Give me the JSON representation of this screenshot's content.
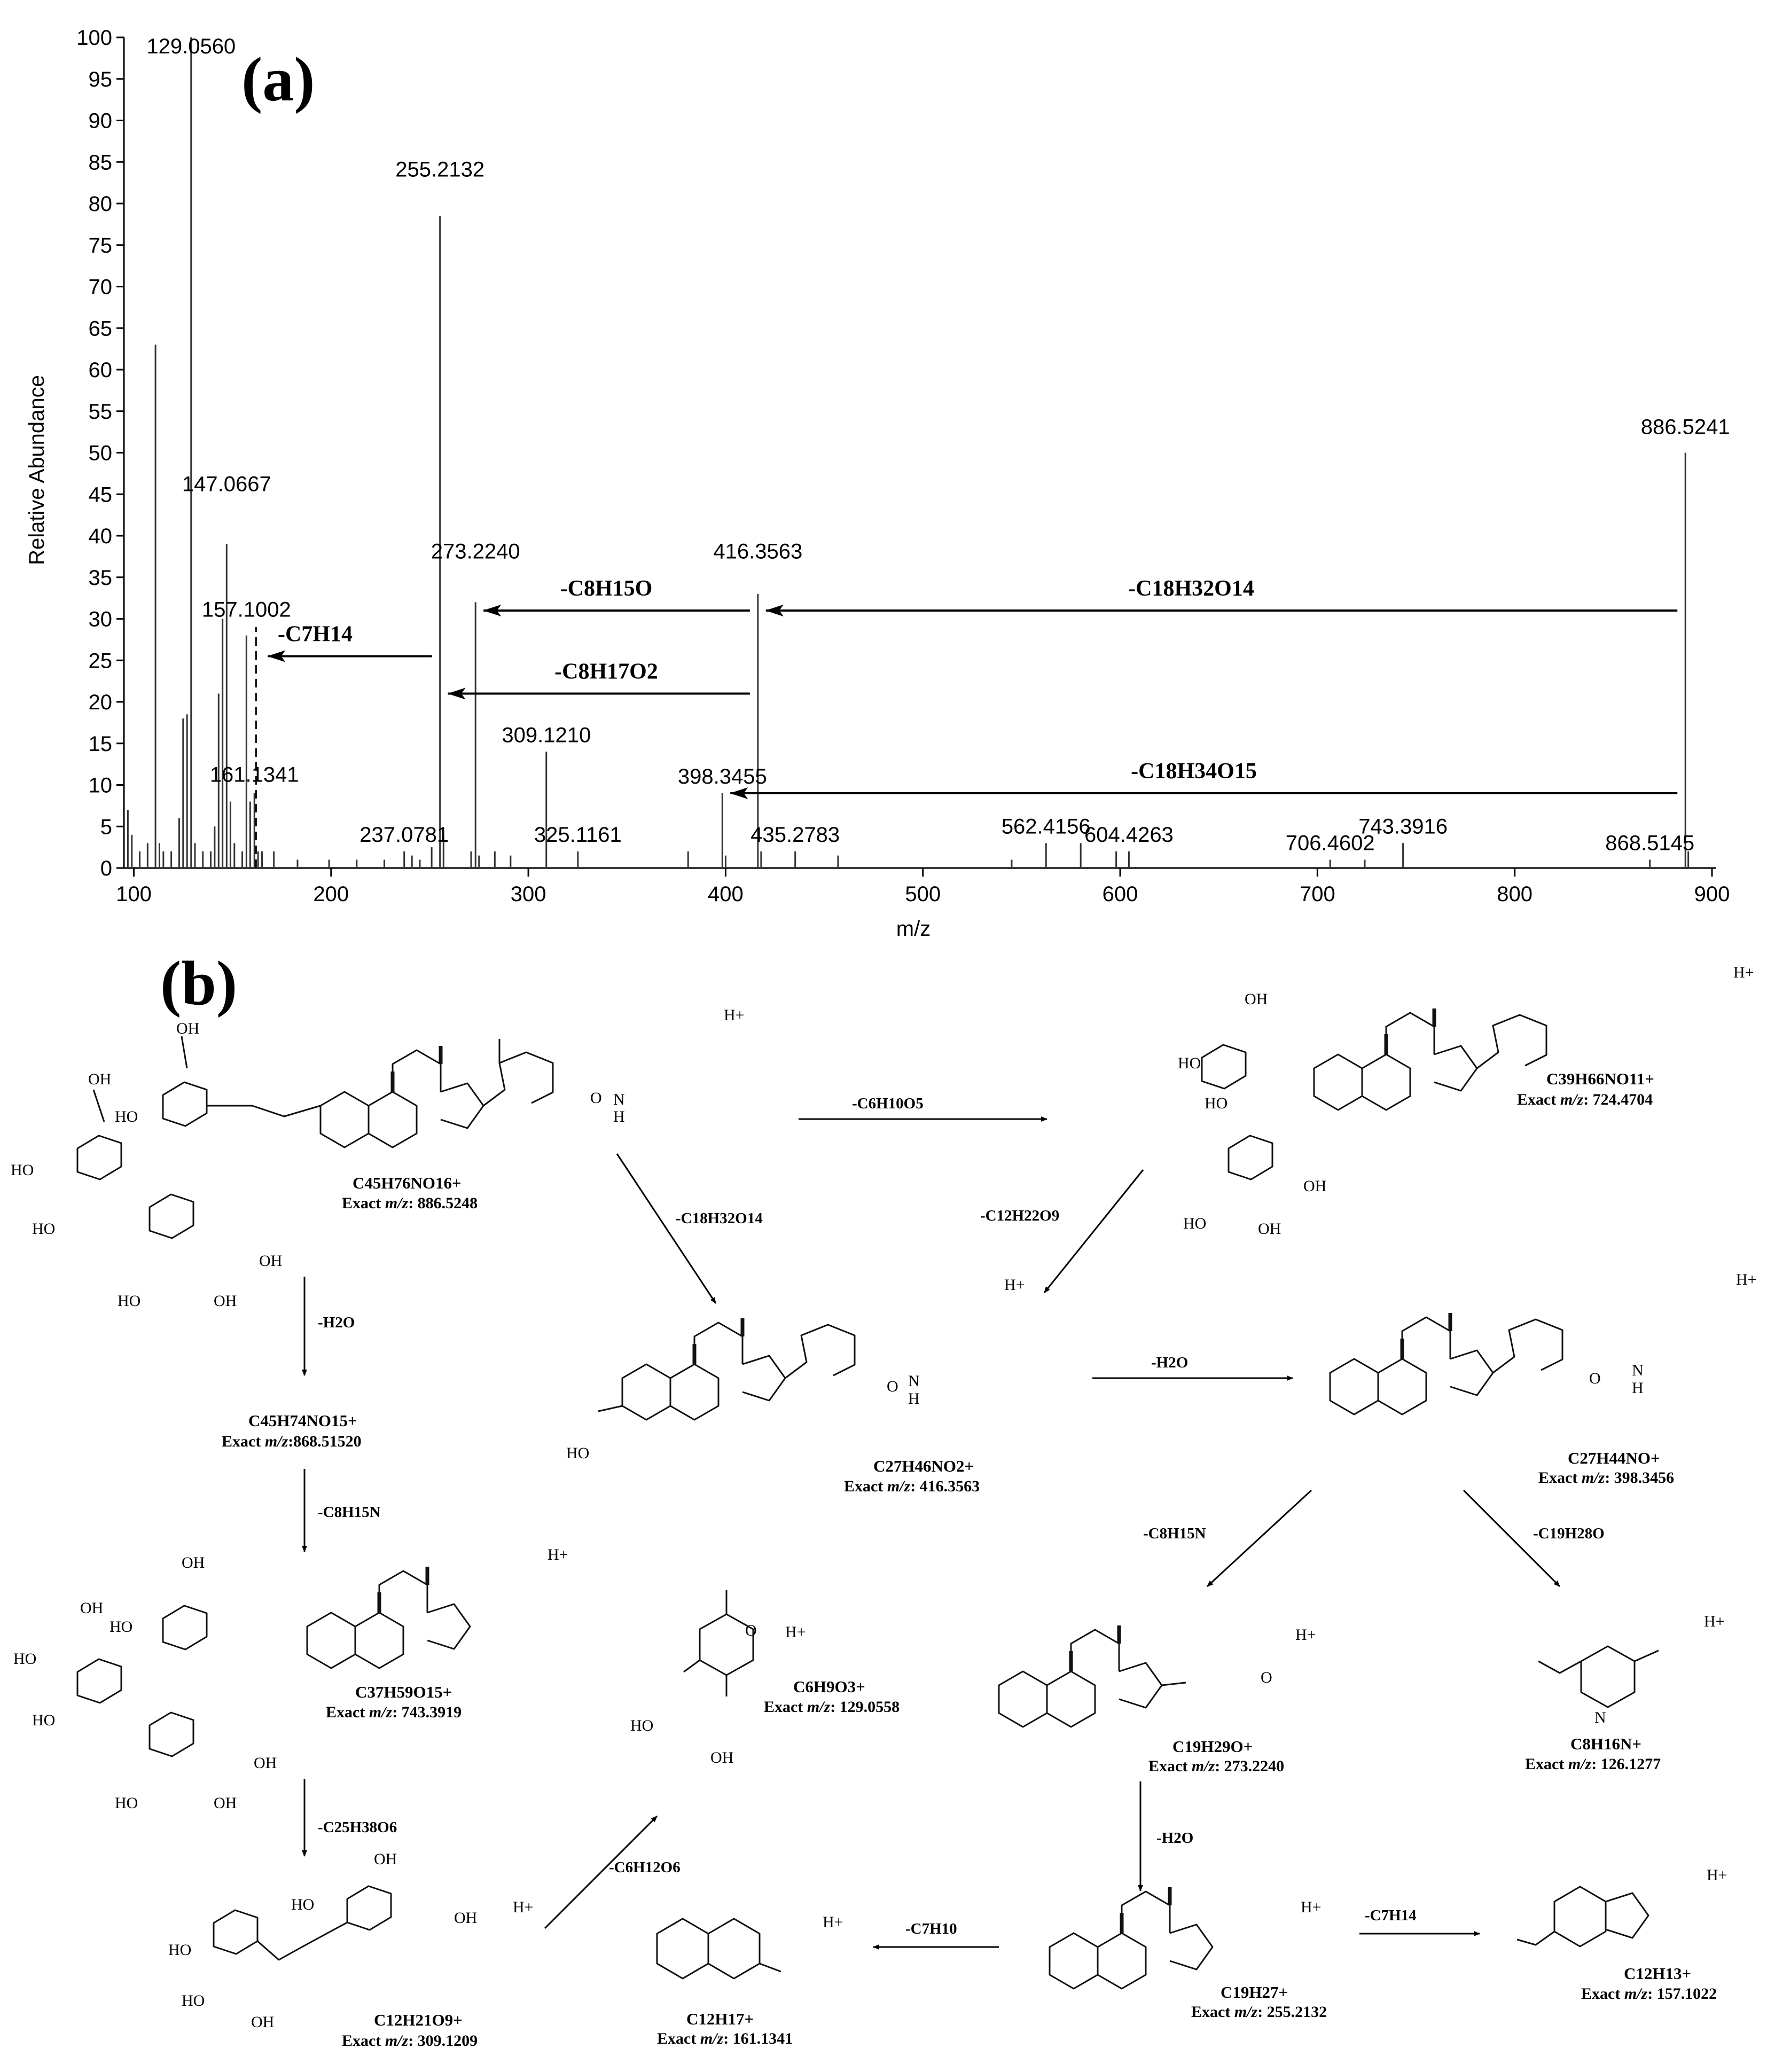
{
  "panel_a_label": "(a)",
  "panel_b_label": "(b)",
  "chart_data": {
    "type": "bar",
    "xlabel": "m/z",
    "ylabel": "Relative Abundance",
    "xlim": [
      95,
      900
    ],
    "ylim": [
      0,
      100
    ],
    "x_ticks": [
      100,
      200,
      300,
      400,
      500,
      600,
      700,
      800,
      900
    ],
    "y_ticks": [
      0,
      5,
      10,
      15,
      20,
      25,
      30,
      35,
      40,
      45,
      50,
      55,
      60,
      65,
      70,
      75,
      80,
      85,
      90,
      95,
      100
    ],
    "peaks": [
      {
        "mz": 129.056,
        "y": 100,
        "label": "129.0560"
      },
      {
        "mz": 255.2132,
        "y": 78.5,
        "label": "255.2132"
      },
      {
        "mz": 886.5241,
        "y": 50,
        "label": "886.5241"
      },
      {
        "mz": 147.0667,
        "y": 39,
        "label": "147.0667"
      },
      {
        "mz": 273.224,
        "y": 32,
        "label": "273.2240"
      },
      {
        "mz": 416.3563,
        "y": 33,
        "label": "416.3563"
      },
      {
        "mz": 157.1002,
        "y": 28,
        "label": "157.1002"
      },
      {
        "mz": 309.121,
        "y": 14,
        "label": "309.1210"
      },
      {
        "mz": 161.1341,
        "y": 9,
        "label": "161.1341"
      },
      {
        "mz": 398.3455,
        "y": 9,
        "label": "398.3455"
      },
      {
        "mz": 237.0781,
        "y": 2,
        "label": "237.0781"
      },
      {
        "mz": 325.1161,
        "y": 2,
        "label": "325.1161"
      },
      {
        "mz": 435.2783,
        "y": 2,
        "label": "435.2783"
      },
      {
        "mz": 562.4156,
        "y": 3,
        "label": "562.4156"
      },
      {
        "mz": 604.4263,
        "y": 2,
        "label": "604.4263"
      },
      {
        "mz": 706.4602,
        "y": 1,
        "label": "706.4602"
      },
      {
        "mz": 743.3916,
        "y": 3,
        "label": "743.3916"
      },
      {
        "mz": 868.5145,
        "y": 1,
        "label": "868.5145"
      },
      {
        "mz": 97,
        "y": 7
      },
      {
        "mz": 99,
        "y": 4
      },
      {
        "mz": 103,
        "y": 2
      },
      {
        "mz": 107,
        "y": 3
      },
      {
        "mz": 111,
        "y": 63
      },
      {
        "mz": 113,
        "y": 3
      },
      {
        "mz": 115,
        "y": 2
      },
      {
        "mz": 119,
        "y": 2
      },
      {
        "mz": 123,
        "y": 6
      },
      {
        "mz": 125,
        "y": 18
      },
      {
        "mz": 127,
        "y": 18.5
      },
      {
        "mz": 131,
        "y": 3
      },
      {
        "mz": 135,
        "y": 2
      },
      {
        "mz": 139,
        "y": 2
      },
      {
        "mz": 141,
        "y": 5
      },
      {
        "mz": 143,
        "y": 21
      },
      {
        "mz": 145,
        "y": 30
      },
      {
        "mz": 149,
        "y": 8
      },
      {
        "mz": 151,
        "y": 3
      },
      {
        "mz": 155,
        "y": 2
      },
      {
        "mz": 159,
        "y": 8
      },
      {
        "mz": 163,
        "y": 2
      },
      {
        "mz": 165,
        "y": 2
      },
      {
        "mz": 171,
        "y": 2
      },
      {
        "mz": 183,
        "y": 1
      },
      {
        "mz": 199,
        "y": 1
      },
      {
        "mz": 213,
        "y": 1
      },
      {
        "mz": 227,
        "y": 1
      },
      {
        "mz": 241,
        "y": 1.5
      },
      {
        "mz": 245,
        "y": 1
      },
      {
        "mz": 251,
        "y": 2.5
      },
      {
        "mz": 257,
        "y": 4
      },
      {
        "mz": 271,
        "y": 2
      },
      {
        "mz": 275,
        "y": 1.5
      },
      {
        "mz": 283,
        "y": 2
      },
      {
        "mz": 291,
        "y": 1.5
      },
      {
        "mz": 381,
        "y": 2
      },
      {
        "mz": 400,
        "y": 1.5
      },
      {
        "mz": 418,
        "y": 2
      },
      {
        "mz": 457,
        "y": 1.5
      },
      {
        "mz": 545,
        "y": 1
      },
      {
        "mz": 580,
        "y": 3
      },
      {
        "mz": 598,
        "y": 2
      },
      {
        "mz": 724,
        "y": 1
      },
      {
        "mz": 888,
        "y": 2
      }
    ],
    "annotations": [
      {
        "text": "-C18H32O14",
        "from_mz": 886.5241,
        "to_mz": 416.3563
      },
      {
        "text": "-C8H15O",
        "from_mz": 416.3563,
        "to_mz": 273.224
      },
      {
        "text": "-C8H17O2",
        "from_mz": 416.3563,
        "to_mz": 255.2132
      },
      {
        "text": "-C18H34O15",
        "from_mz": 886.5241,
        "to_mz": 398.3455
      },
      {
        "text": "-C7H14",
        "from_mz": 255.2132,
        "to_mz": 157.1002
      }
    ]
  },
  "scheme": {
    "h_plus": "H+",
    "exact_prefix": "Exact ",
    "mz_italic": "m/z",
    "compounds": [
      {
        "formula": "C45H76NO16+",
        "mz": ": 886.5248"
      },
      {
        "formula": "C39H66NO11+",
        "mz": ": 724.4704"
      },
      {
        "formula": "C45H74NO15+",
        "mz": ":868.51520"
      },
      {
        "formula": "C27H46NO2+",
        "mz": ": 416.3563"
      },
      {
        "formula": "C27H44NO+",
        "mz": ": 398.3456"
      },
      {
        "formula": "C37H59O15+",
        "mz": ": 743.3919"
      },
      {
        "formula": "C6H9O3+",
        "mz": ": 129.0558"
      },
      {
        "formula": "C19H29O+",
        "mz": ": 273.2240"
      },
      {
        "formula": "C8H16N+",
        "mz": ": 126.1277"
      },
      {
        "formula": "C12H21O9+",
        "mz": ": 309.1209"
      },
      {
        "formula": "C12H17+",
        "mz": ": 161.1341"
      },
      {
        "formula": "C19H27+",
        "mz": ": 255.2132"
      },
      {
        "formula": "C12H13+",
        "mz": ": 157.1022"
      }
    ],
    "reactions": [
      "-C6H10O5",
      "-C18H32O14",
      "-C12H22O9",
      "-H2O",
      "-H2O",
      "-C8H15N",
      "-C8H15N",
      "-C19H28O",
      "-C25H38O6",
      "-C6H12O6",
      "-H2O",
      "-C7H10",
      "-C7H14"
    ],
    "atom_labels": [
      "OH",
      "HO",
      "O",
      "N",
      "H"
    ]
  }
}
